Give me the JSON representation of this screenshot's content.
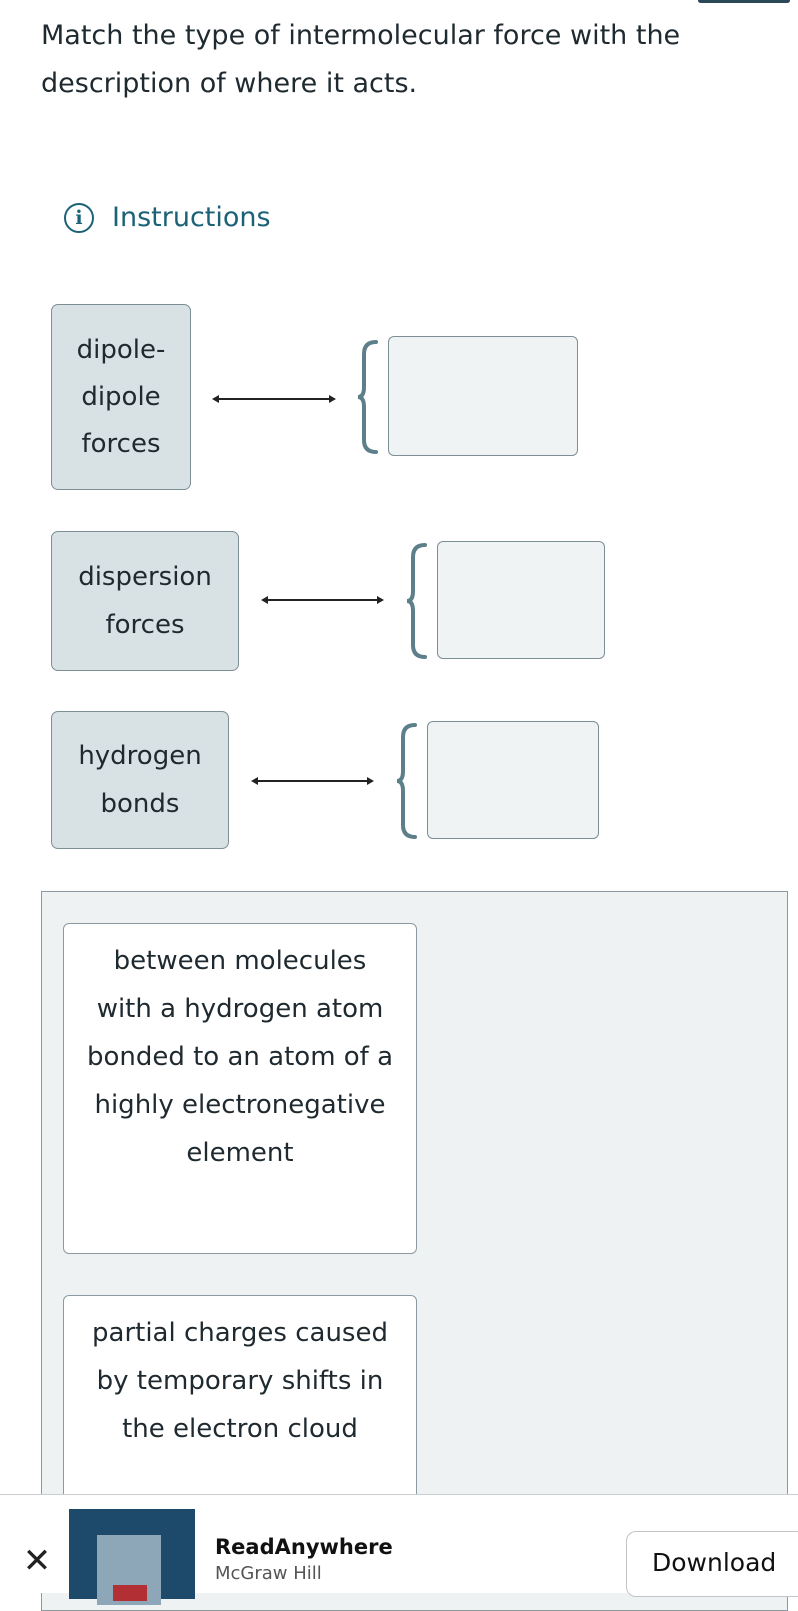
{
  "question": {
    "prompt": "Match the type of intermolecular force with the description of where it acts."
  },
  "instructions": {
    "label": "Instructions",
    "icon": "info-icon"
  },
  "terms": [
    {
      "label": "dipole-dipole forces"
    },
    {
      "label": "dispersion forces"
    },
    {
      "label": "hydrogen bonds"
    }
  ],
  "answer_bank": {
    "cards": [
      {
        "text": "between molecules with a hydrogen atom bonded to an atom of a highly electronegative element"
      },
      {
        "text": "partial charges caused by temporary shifts in the electron cloud"
      }
    ]
  },
  "ad": {
    "title": "ReadAnywhere",
    "subtitle": "McGraw Hill",
    "button": "Download",
    "close_icon": "close-icon"
  },
  "colors": {
    "accent": "#1b6277",
    "term_bg": "#d8e2e5",
    "bank_bg": "#eef2f3",
    "brace": "#5c7f8a"
  }
}
